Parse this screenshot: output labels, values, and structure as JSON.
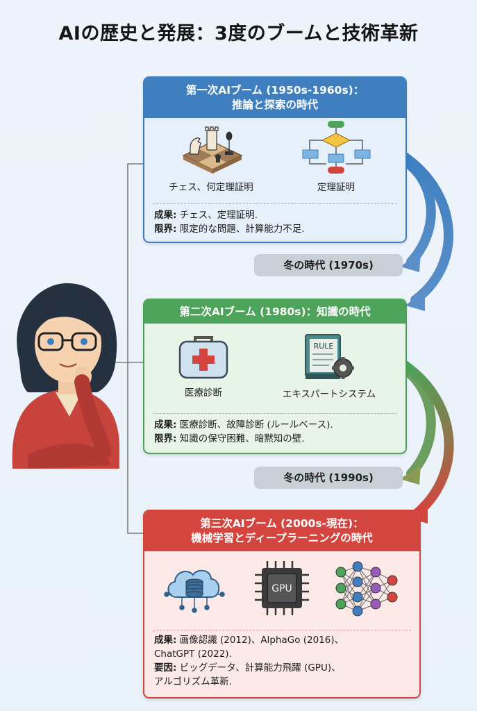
{
  "title": "AIの歴史と発展：3度のブームと技術革新",
  "colors": {
    "boom1": "#3f7fc0",
    "boom2": "#4da35a",
    "boom3": "#d5453f",
    "winter": "#c9cfd6"
  },
  "boom1": {
    "title_line1": "第一次AIブーム (1950s-1960s)：",
    "title_line2": "推論と探索の時代",
    "icons": [
      {
        "name": "chess-icon",
        "label": "チェス、何定理証明"
      },
      {
        "name": "flowchart-icon",
        "label": "定理証明"
      }
    ],
    "results_label": "成果:",
    "results": " チェス、定理証明.",
    "limits_label": "限界:",
    "limits": " 限定的な問題、計算能力不足."
  },
  "winter1": {
    "label": "冬の時代 (1970s)"
  },
  "boom2": {
    "title_line1": "第二次AIブーム (1980s)：知識の時代",
    "icons": [
      {
        "name": "medical-kit-icon",
        "label": "医療診断"
      },
      {
        "name": "rule-book-gear-icon",
        "label": "エキスパートシステム",
        "book_text": "RULE"
      }
    ],
    "results_label": "成果:",
    "results": " 医療診断、故障診断 (ルールベース).",
    "limits_label": "限界:",
    "limits": " 知識の保守困難、暗黙知の壁."
  },
  "winter2": {
    "label": "冬の時代 (1990s)"
  },
  "boom3": {
    "title_line1": "第三次AIブーム (2000s-現在)：",
    "title_line2": "機械学習とディープラーニングの時代",
    "icons": [
      {
        "name": "cloud-database-icon"
      },
      {
        "name": "gpu-chip-icon",
        "chip_text": "GPU"
      },
      {
        "name": "neural-network-icon"
      }
    ],
    "results_label": "成果:",
    "results_line1": " 画像認識 (2012)、AlphaGo (2016)、",
    "results_line2": "ChatGPT (2022).",
    "factors_label": "要因:",
    "factors_line1": " ビッグデータ、計算能力飛躍 (GPU)、",
    "factors_line2": "アルゴリズム革新."
  }
}
